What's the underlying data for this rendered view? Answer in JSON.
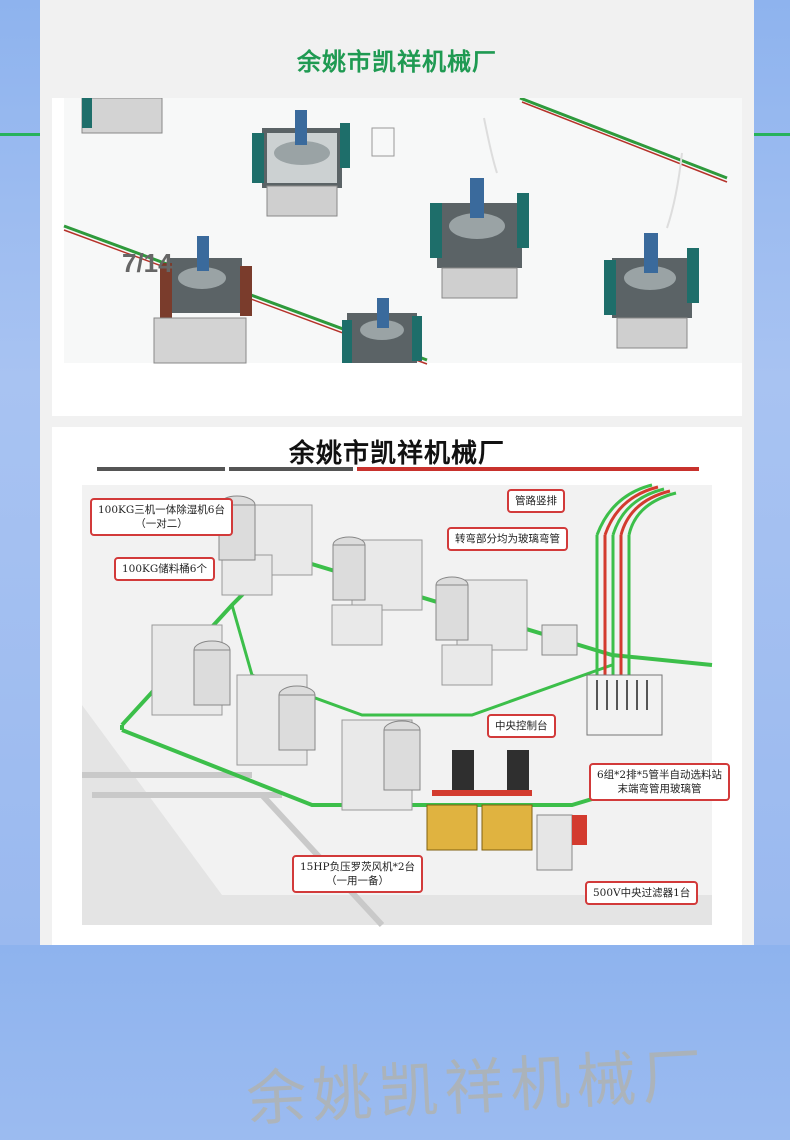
{
  "brand": {
    "title": "余姚市凯祥机械厂"
  },
  "slider": {
    "page_indicator": "7/14"
  },
  "diagram": {
    "title": "余姚市凯祥机械厂",
    "callouts": {
      "dryer": "100KG三机一体除湿机6台\n（一对二）",
      "storage": "100KG储料桶6个",
      "pipes_vertical": "管路竖排",
      "glass_bends": "转弯部分均为玻璃弯管",
      "central_console": "中央控制台",
      "auto_station": "6组*2排*5管半自动选料站\n末端弯管用玻璃管",
      "blower": "15HP负压罗茨风机*2台\n（一用一备）",
      "central_filter": "500V中央过滤器1台"
    },
    "watermark": "余姚凯祥机械厂"
  },
  "colors": {
    "brand_green": "#1f9a52",
    "callout_red": "#d23a3a",
    "pipe_green": "#3cbf4a",
    "pipe_red": "#d33b2f"
  }
}
